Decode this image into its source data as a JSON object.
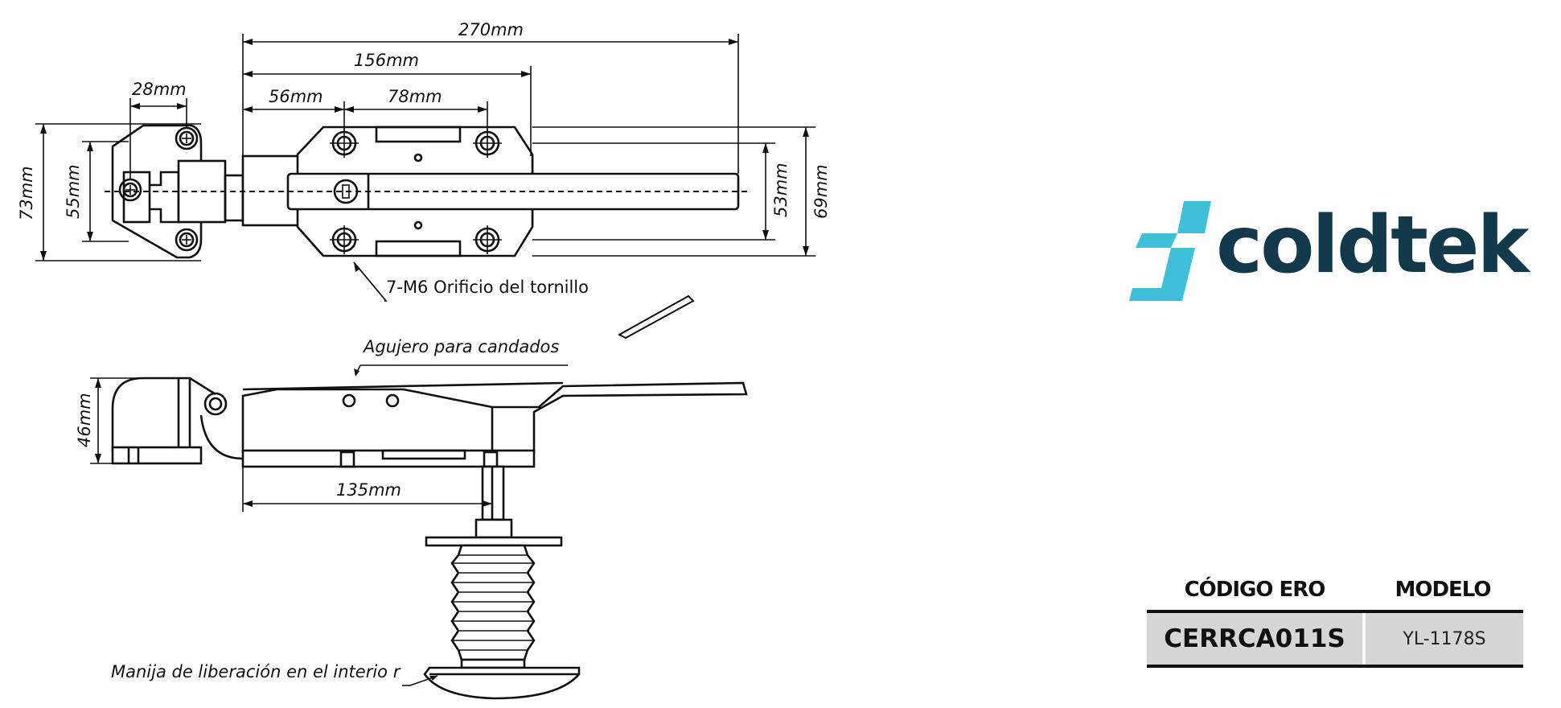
{
  "dimensions": {
    "d270": "270mm",
    "d156": "156mm",
    "d28": "28mm",
    "d56": "56mm",
    "d78": "78mm",
    "d73": "73mm",
    "d55": "55mm",
    "d53": "53mm",
    "d69": "69mm",
    "d46": "46mm",
    "d135": "135mm"
  },
  "annotations": {
    "screw_holes": "7-M6 Orificio del tornillo",
    "padlock_hole": "Agujero para candados",
    "release_handle": "Manija de liberación en el interio   r"
  },
  "brand": {
    "name": "coldtek",
    "color_dark": "#133a4b",
    "color_accent": "#3fc0d8",
    "icon": "coldtek-logo-icon"
  },
  "spec_table": {
    "headers": [
      "CÓDIGO ERO",
      "MODELO"
    ],
    "row": [
      "CERRCA011S",
      "YL-1178S"
    ]
  }
}
